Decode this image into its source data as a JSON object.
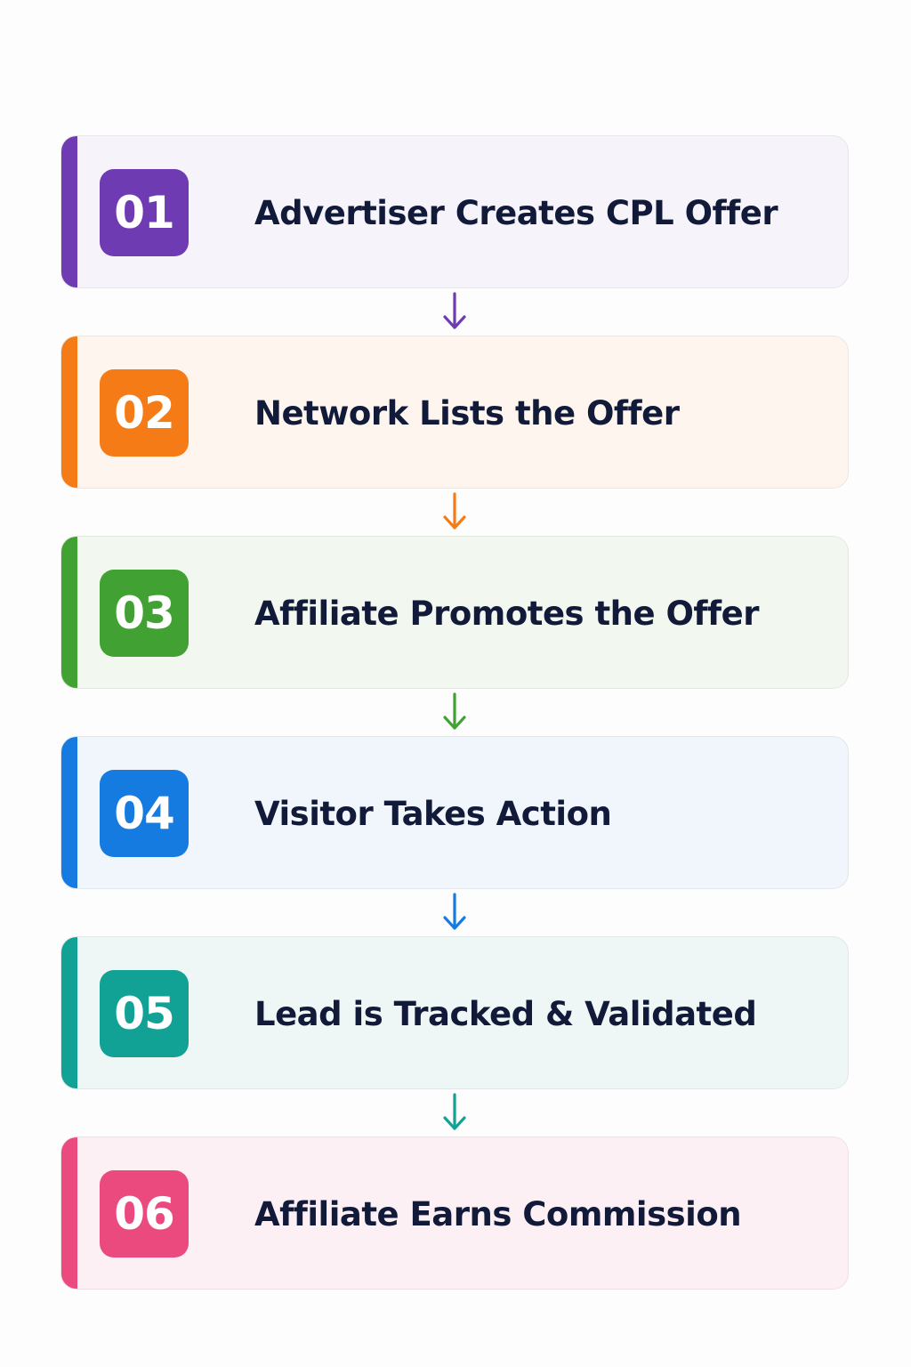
{
  "steps": [
    {
      "number": "01",
      "label": "Advertiser Creates CPL Offer",
      "color": "#6f3bb2",
      "bg": "#f6f3fb"
    },
    {
      "number": "02",
      "label": "Network Lists the Offer",
      "color": "#f47b16",
      "bg": "#fdf5ee"
    },
    {
      "number": "03",
      "label": "Affiliate Promotes the Offer",
      "color": "#41a233",
      "bg": "#f2f7ef"
    },
    {
      "number": "04",
      "label": "Visitor Takes Action",
      "color": "#167be0",
      "bg": "#f1f5fc"
    },
    {
      "number": "05",
      "label": "Lead is Tracked & Validated",
      "color": "#12a195",
      "bg": "#eff7f6"
    },
    {
      "number": "06",
      "label": "Affiliate Earns Commission",
      "color": "#ea4a7e",
      "bg": "#fcf0f4"
    }
  ]
}
